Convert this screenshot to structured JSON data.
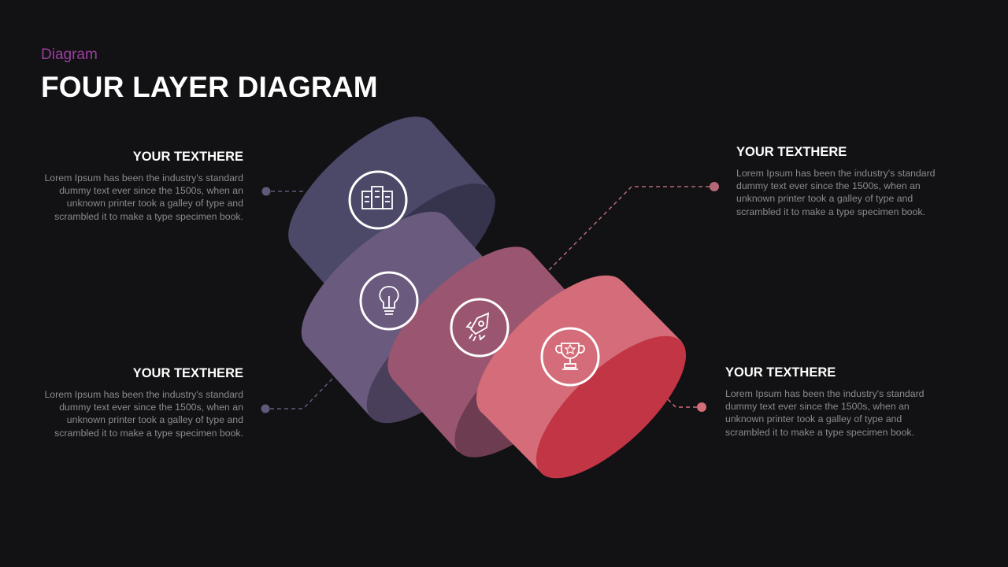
{
  "header": {
    "subtitle": "Diagram",
    "title": "FOUR LAYER DIAGRAM"
  },
  "blocks": [
    {
      "heading": "YOUR TEXTHERE",
      "body": "Lorem Ipsum has been the industry's standard dummy text ever  since the 1500s, when an unknown printer took a galley of type and scrambled it to make a type specimen book."
    },
    {
      "heading": "YOUR TEXTHERE",
      "body": "Lorem Ipsum has been the industry's standard dummy text ever  since the 1500s, when an unknown printer took a galley of type and scrambled it to make a type specimen book."
    },
    {
      "heading": "YOUR TEXTHERE",
      "body": "Lorem Ipsum has been the industry's standard dummy text ever  since the 1500s, when an unknown printer took a galley of type and scrambled it to make a type specimen book."
    },
    {
      "heading": "YOUR TEXTHERE",
      "body": "Lorem Ipsum has been the industry's standard dummy text ever  since the 1500s, when an unknown printer took a galley of type and scrambled it to make a type specimen book."
    }
  ],
  "layers": [
    {
      "icon": "buildings-icon",
      "color": "#4b4868",
      "dark": "#36344d"
    },
    {
      "icon": "lightbulb-icon",
      "color": "#6a5a7e",
      "dark": "#4a3f5a"
    },
    {
      "icon": "rocket-icon",
      "color": "#9a5670",
      "dark": "#6e3c50"
    },
    {
      "icon": "trophy-icon",
      "color": "#d46d79",
      "dark": "#c23545"
    }
  ],
  "colors": {
    "background": "#121113",
    "accent": "#9b3fa0",
    "connector_left": "#5f5a7a",
    "connector_right": "#d46d79"
  }
}
